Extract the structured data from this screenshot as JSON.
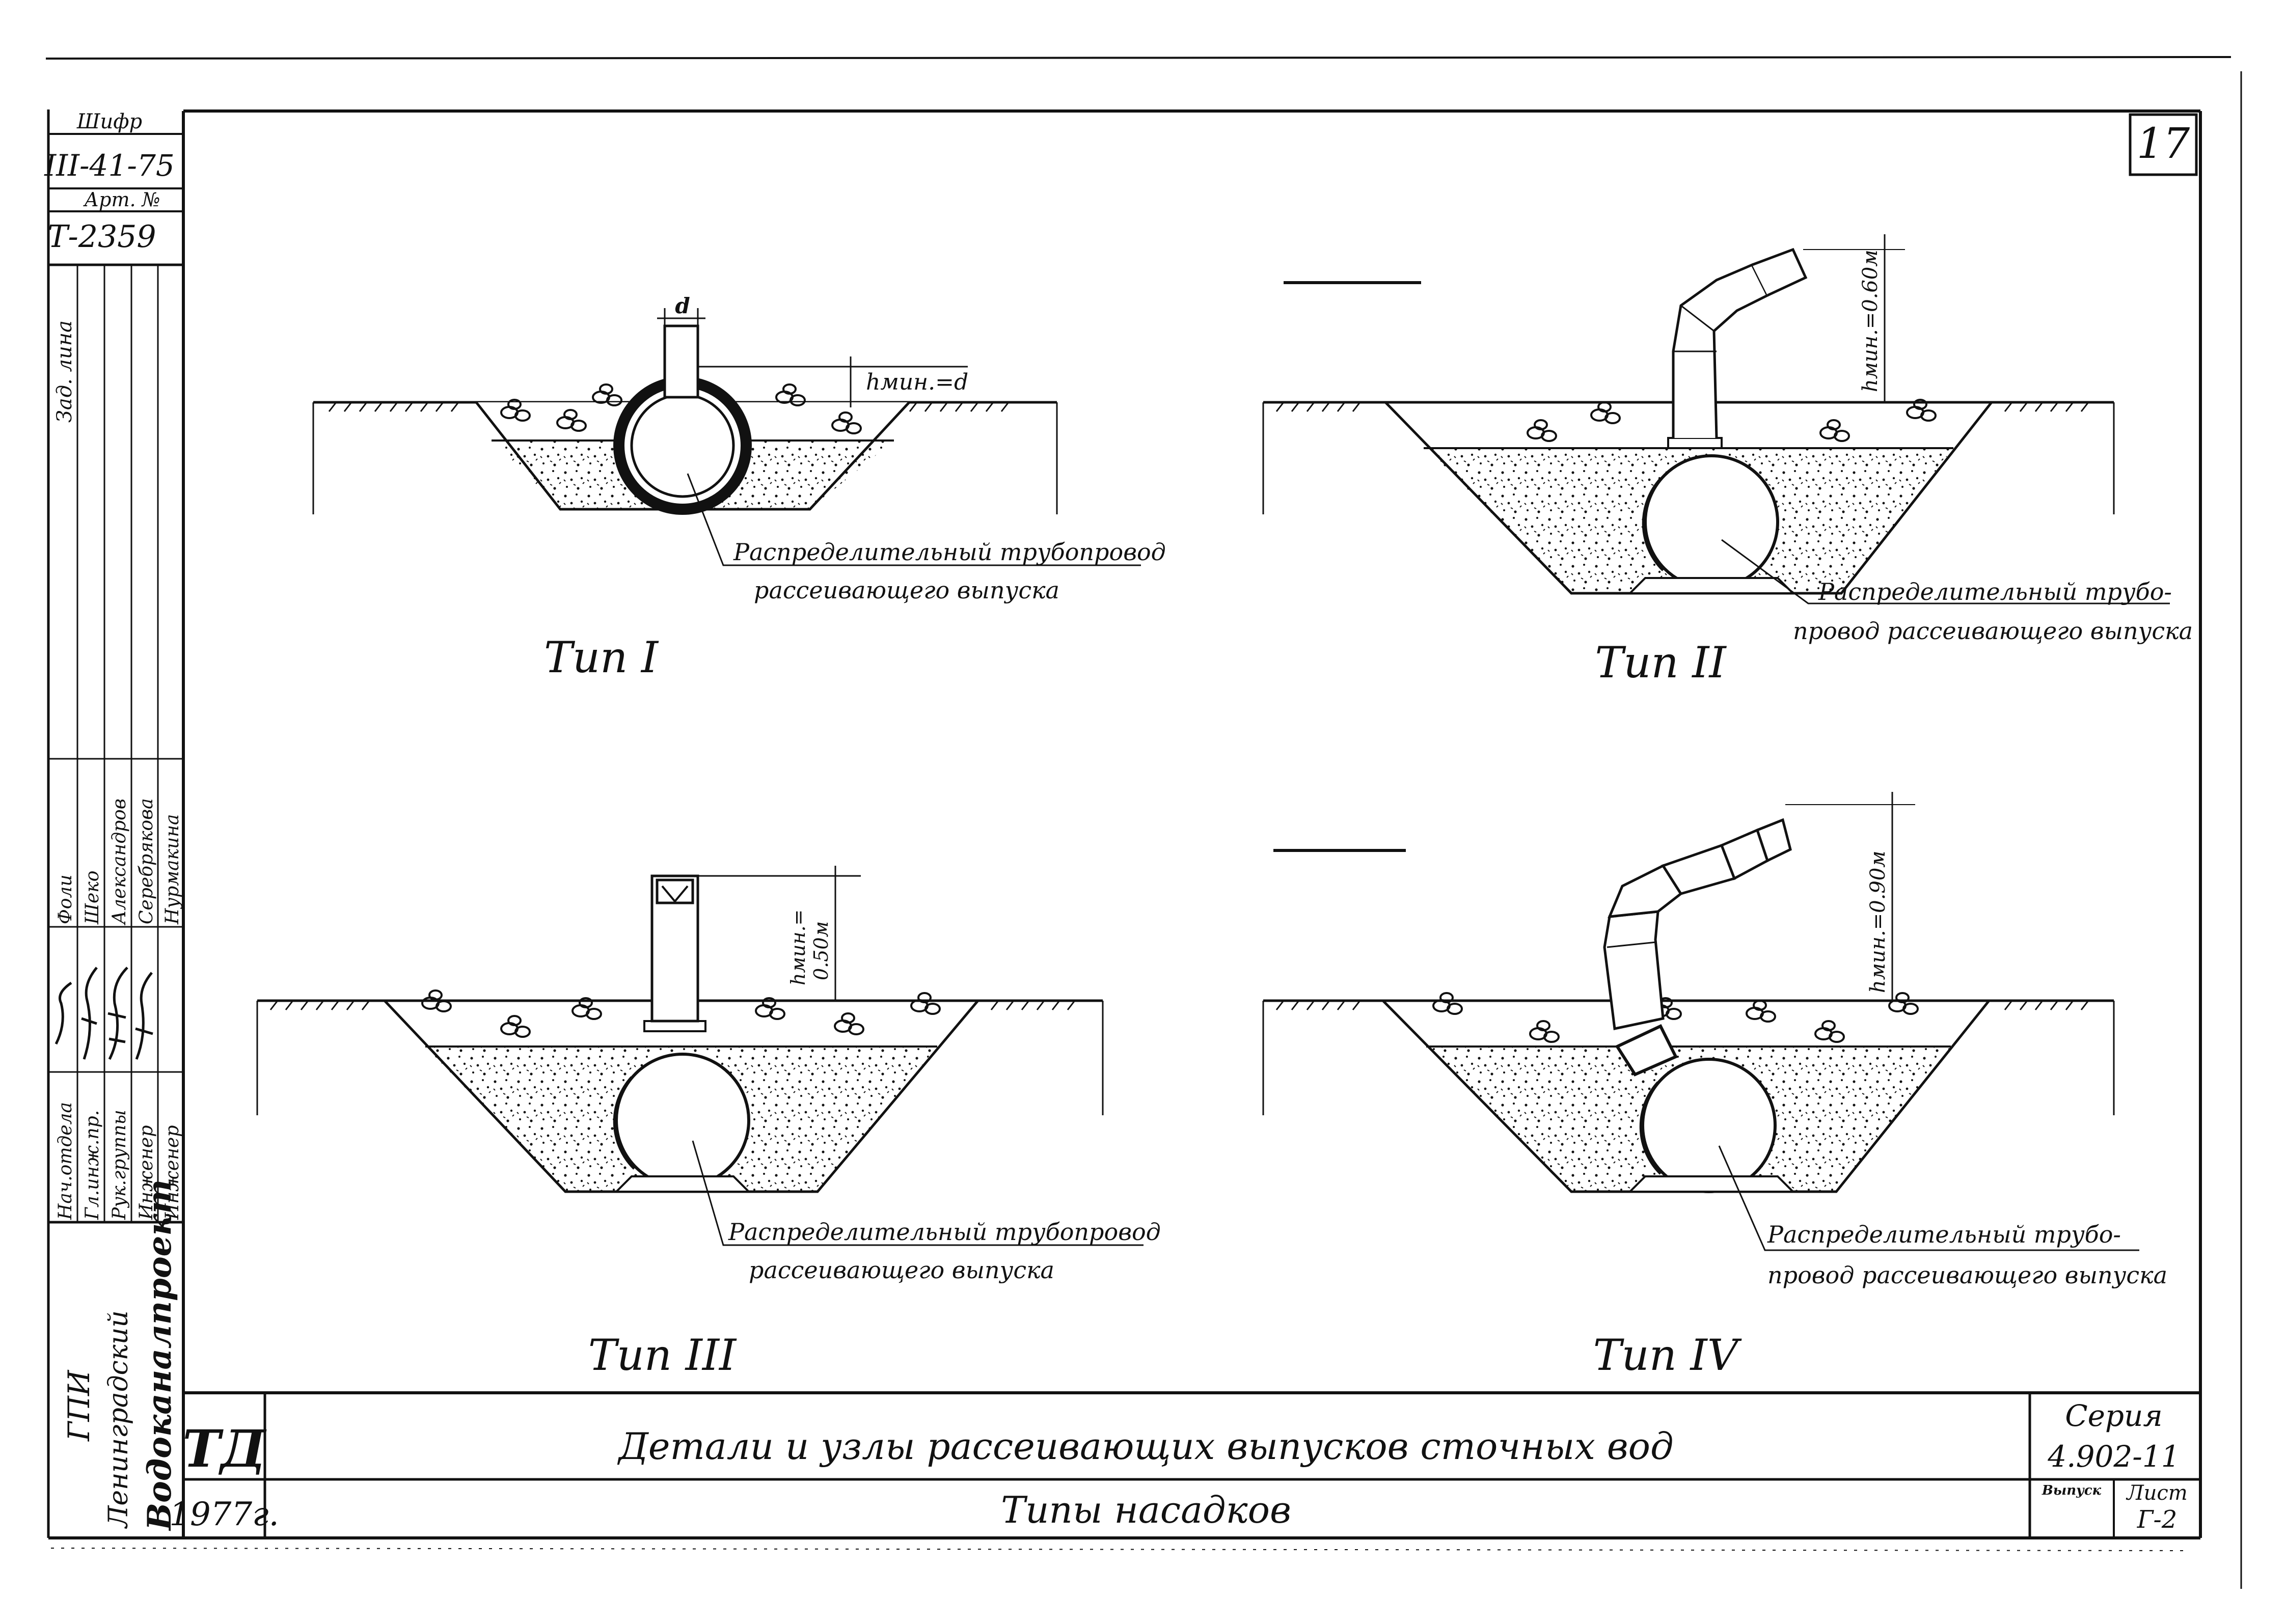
{
  "stamp": {
    "shifr_label": "Шифр",
    "shifr_value": "III-41-75",
    "art_label": "Арт. №",
    "art_value": "Т-2359"
  },
  "sheet_number": "17",
  "side_column": {
    "vertical_header": "Зад. лина",
    "roles": [
      "Нач.отдела",
      "Гл.инж.пр.",
      "Рук.группы",
      "Инженер",
      "Инженер"
    ],
    "names": [
      "Фоли",
      "Шеко",
      "Александров",
      "Серебрякова",
      "Нурмакина"
    ]
  },
  "org": {
    "line1": "ГПИ",
    "line2": "Ленинградский",
    "line3": "Водоканалпроект"
  },
  "diagrams": [
    {
      "type_label": "Тип I",
      "dimension": "hмин.=d",
      "diameter": "d",
      "caption_line1": "Распределительный трубопровод",
      "caption_line2": "рассеивающего выпуска"
    },
    {
      "type_label": "Тип II",
      "dimension": "hмин.=0.60м",
      "caption_line1": "Распределительный трубо-",
      "caption_line2": "провод рассеивающего выпуска"
    },
    {
      "type_label": "Тип III",
      "dimension": "hмин.=",
      "dimension2": "0.50м",
      "caption_line1": "Распределительный трубопровод",
      "caption_line2": "рассеивающего выпуска"
    },
    {
      "type_label": "Тип IV",
      "dimension": "hмин.=0.90м",
      "caption_line1": "Распределительный трубо-",
      "caption_line2": "провод рассеивающего выпуска"
    }
  ],
  "title_block": {
    "td": "ТД",
    "year": "1977г.",
    "title": "Детали и узлы рассеивающих выпусков сточных вод",
    "subtitle": "Типы насадков",
    "series_label": "Серия",
    "series_value": "4.902-11",
    "vypusk_label": "Выпуск",
    "list_label": "Лист",
    "list_value": "Г-2"
  }
}
